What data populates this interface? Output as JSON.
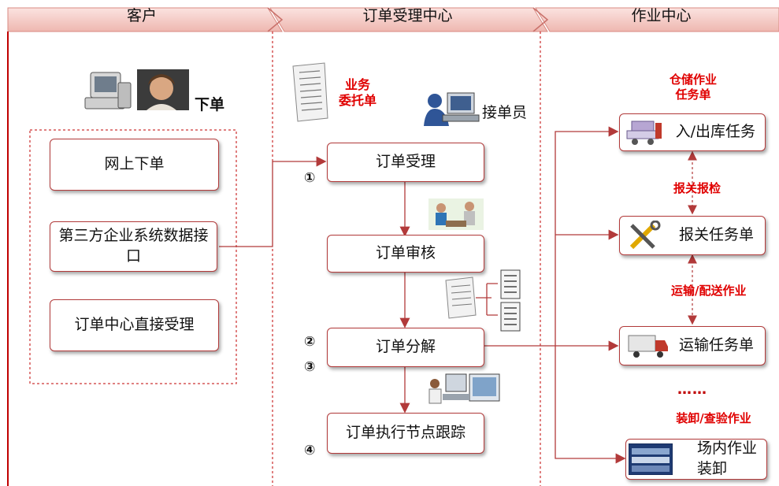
{
  "headers": {
    "customer": "客户",
    "order_center": "订单受理中心",
    "operation_center": "作业中心"
  },
  "customer": {
    "place_order": "下单",
    "boxes": [
      "网上下单",
      "第三方企业系统数据接口",
      "订单中心直接受理"
    ]
  },
  "order_center": {
    "doc_label": "业务\n委托单",
    "clerk_label": "接单员",
    "steps": [
      "订单受理",
      "订单审核",
      "订单分解",
      "订单执行节点跟踪"
    ],
    "markers": [
      "①",
      "②",
      "③",
      "④"
    ]
  },
  "operation_center": {
    "warehouse_label": "仓储作业\n任务单",
    "tasks": [
      "入/出库任务",
      "报关任务单",
      "运输任务单",
      "场内作业\n装卸"
    ],
    "link_labels": [
      "报关报检",
      "运输/配送作业"
    ],
    "ellipsis": "……",
    "load_label": "装卸/查验作业"
  },
  "colors": {
    "accent": "#c00000",
    "header_fill": "#f2c9c4",
    "line": "#b23a3a"
  }
}
